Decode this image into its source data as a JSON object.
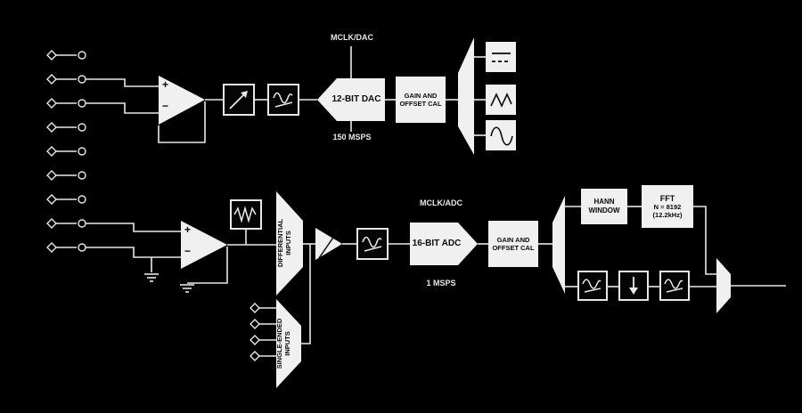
{
  "colors": {
    "background": "#000000",
    "wire": "#e8e8e8",
    "block_fill": "#f0f0f0",
    "block_text": "#0a0a0a",
    "dark_block": "#050505"
  },
  "top_chain": {
    "amp_plus": "+",
    "amp_minus": "−",
    "gain_icon": "ramp-gain-icon",
    "filter_icon": "lowpass-filter-icon",
    "dac_label": "12-BIT DAC",
    "dac_clock": "MCLK/DAC",
    "dac_rate": "150 MSPS",
    "cal_label": "GAIN AND OFFSET CAL",
    "source_icons": [
      "dc-level-icon",
      "triangle-wave-icon",
      "sine-wave-icon"
    ]
  },
  "bottom_chain": {
    "amp_plus": "+",
    "amp_minus": "−",
    "diff_mux_label": "DIFFERENTIAL INPUTS",
    "se_mux_label": "SINGLE-ENDED INPUTS",
    "pga_icon": "variable-gain-amp-icon",
    "filter_icon": "lowpass-filter-icon",
    "adc_label": "16-BIT ADC",
    "adc_clock": "MCLK/ADC",
    "adc_rate": "1 MSPS",
    "cal_label": "GAIN AND OFFSET CAL",
    "hann_label": "HANN WINDOW",
    "fft_label": "FFT",
    "fft_size": "N = 8192",
    "fft_note": "(12.2kHz)",
    "decimate_icon": "downsample-icon"
  }
}
